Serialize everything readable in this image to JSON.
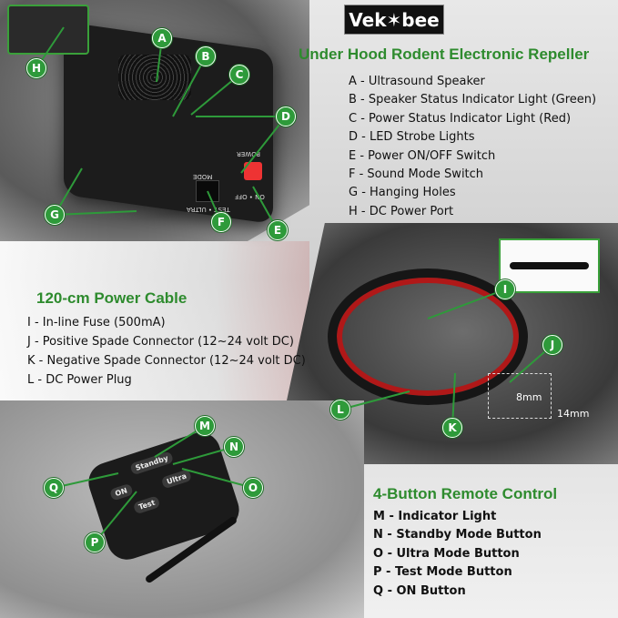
{
  "logo": "Vek✶bee",
  "sections": {
    "repeller": {
      "title": "Under Hood Rodent Electronic Repeller",
      "items": [
        "A - Ultrasound Speaker",
        "B - Speaker Status Indicator Light (Green)",
        "C - Power Status Indicator Light (Red)",
        "D - LED Strobe Lights",
        "E - Power ON/OFF Switch",
        "F - Sound Mode Switch",
        "G - Hanging Holes",
        "H - DC Power Port"
      ]
    },
    "cable": {
      "title": "120-cm Power Cable",
      "items": [
        "I - In-line Fuse (500mA)",
        "J - Positive Spade Connector (12~24 volt DC)",
        "K - Negative Spade Connector (12~24 volt DC)",
        "L - DC Power Plug"
      ]
    },
    "remote": {
      "title": "4-Button Remote Control",
      "items": [
        "M - Indicator Light",
        "N - Standby Mode Button",
        "O - Ultra Mode Button",
        "P - Test Mode Button",
        "Q - ON Button"
      ]
    }
  },
  "device_labels": {
    "power": "POWER",
    "on_off": "ON • OFF",
    "mode": "MODE",
    "test_ultra": "TEST • ULTRA"
  },
  "remote_buttons": {
    "standby": "Standby",
    "on": "ON",
    "test": "Test",
    "ultra": "Ultra"
  },
  "measurements": {
    "inner": "8mm",
    "outer": "14mm"
  },
  "callouts": [
    "A",
    "B",
    "C",
    "D",
    "E",
    "F",
    "G",
    "H",
    "I",
    "J",
    "K",
    "L",
    "M",
    "N",
    "O",
    "P",
    "Q"
  ],
  "accent_color": "#2e9a3a"
}
